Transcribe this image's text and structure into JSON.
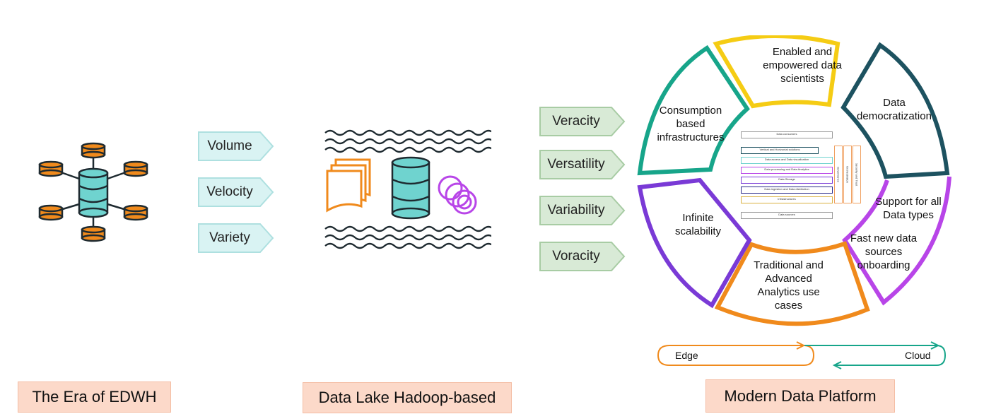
{
  "eras": {
    "edwh": "The Era of EDWH",
    "data_lake": "Data Lake Hadoop-based",
    "modern": "Modern Data Platform"
  },
  "v3": [
    "Volume",
    "Velocity",
    "Variety"
  ],
  "v4": [
    "Veracity",
    "Versatility",
    "Variability",
    "Voracity"
  ],
  "segments": {
    "top": "Enabled and empowered data scientists",
    "right_top": "Data democratization",
    "right": "Support for all Data types",
    "right_bottom": "Fast new data sources onboarding",
    "bottom": "Traditional and Advanced Analytics use cases",
    "left": "Infinite scalability",
    "left_top": "Consumption based infrastructures"
  },
  "architecture": {
    "consumers": "Data consumers",
    "layers": [
      "Vertical and Horizontal solutions",
      "Data access and Data visualization",
      "Data processing and Data Analytics",
      "Data Storage",
      "Data ingestion and Data distribution",
      "Infrastructures"
    ],
    "sources": "Data sources",
    "side_columns": [
      "Governance",
      "Orchestration",
      "Security and Trust"
    ]
  },
  "edge_cloud": {
    "edge": "Edge",
    "cloud": "Cloud"
  },
  "colors": {
    "tag_fill_3v": "#d9f3f3",
    "tag_border_3v": "#aee0e0",
    "tag_fill_4v": "#d8ead6",
    "tag_border_4v": "#a8cca4",
    "orange": "#f08a1c",
    "teal": "#6fd3cf",
    "db_orange": "#f08a1c",
    "yellow": "#f5cc14",
    "dark_teal": "#1d5260",
    "purple": "#b845e8",
    "violet": "#7a3ad6",
    "green_teal": "#17a58a",
    "label_fill": "#fcd9c9"
  }
}
